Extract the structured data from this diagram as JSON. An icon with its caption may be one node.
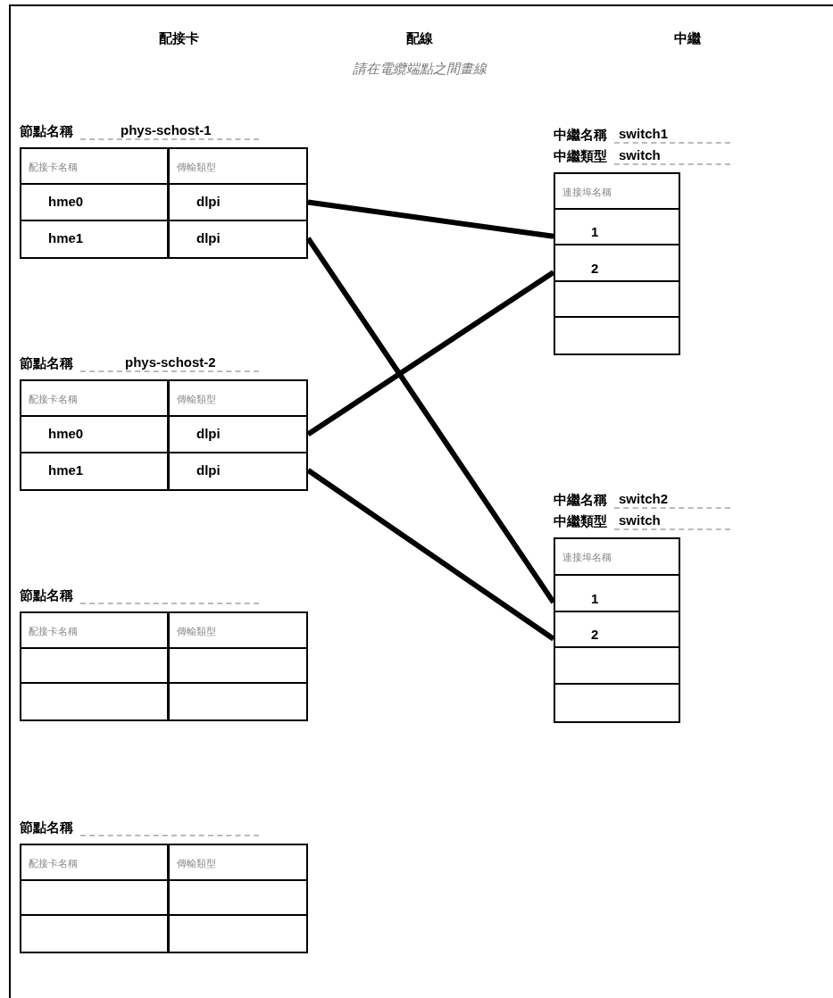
{
  "diagram": {
    "nodes": [
      {
        "text": [
          "節點名稱",
          "phys-schost-1"
        ]
      },
      {
        "text": [
          "配接卡名稱",
          "傳輸類型"
        ],
        "in": 0
      },
      {
        "text": [
          "hme0",
          "dlpi"
        ],
        "in": 0
      },
      {
        "text": [
          "hme1",
          "dlpi"
        ],
        "in": 0
      },
      {
        "text": [
          "節點名稱",
          "phys-schost-2"
        ]
      },
      {
        "text": [
          "配接卡名稱",
          "傳輸類型"
        ],
        "in": 4
      },
      {
        "text": [
          "hme0",
          "dlpi"
        ],
        "in": 4
      },
      {
        "text": [
          "hme1",
          "dlpi"
        ],
        "in": 4
      },
      {
        "text": [
          "節點名稱"
        ]
      },
      {
        "text": [
          "配接卡名稱",
          "傳輸類型"
        ],
        "in": 8
      },
      {
        "text": [],
        "shape": "box",
        "in": 8
      },
      {
        "text": [],
        "shape": "box",
        "in": 8
      },
      {
        "text": [
          "節點名稱"
        ]
      },
      {
        "text": [
          "配接卡名稱",
          "傳輸類型"
        ],
        "in": 12
      },
      {
        "text": [],
        "shape": "box",
        "in": 12
      },
      {
        "text": [],
        "shape": "box",
        "in": 12
      },
      {
        "text": [
          "中繼名稱",
          "switch1",
          "中繼類型",
          "switch"
        ]
      },
      {
        "text": [
          "連接埠名稱"
        ],
        "in": 16
      },
      {
        "text": [
          "1"
        ],
        "in": 16
      },
      {
        "text": [
          "2"
        ],
        "in": 16
      },
      {
        "text": [],
        "shape": "box",
        "in": 16
      },
      {
        "text": [],
        "shape": "box",
        "in": 16
      },
      {
        "text": [
          "中繼名稱",
          "switch2",
          "中繼類型",
          "switch"
        ]
      },
      {
        "text": [
          "連接埠名稱"
        ],
        "in": 22
      },
      {
        "text": [
          "1"
        ],
        "in": 22
      },
      {
        "text": [
          "2"
        ],
        "in": 22
      },
      {
        "text": [],
        "shape": "box",
        "in": 22
      },
      {
        "text": [],
        "shape": "box",
        "in": 22
      }
    ],
    "edges": [
      {
        "from": 2,
        "to": 18,
        "arrow": "none"
      },
      {
        "from": 3,
        "to": 24,
        "arrow": "none"
      },
      {
        "from": 6,
        "to": 19,
        "arrow": "none"
      },
      {
        "from": 7,
        "to": 25,
        "arrow": "none"
      }
    ],
    "labels": [
      "配接卡",
      "配線",
      "中繼",
      "請在電纜端點之間畫線"
    ]
  }
}
